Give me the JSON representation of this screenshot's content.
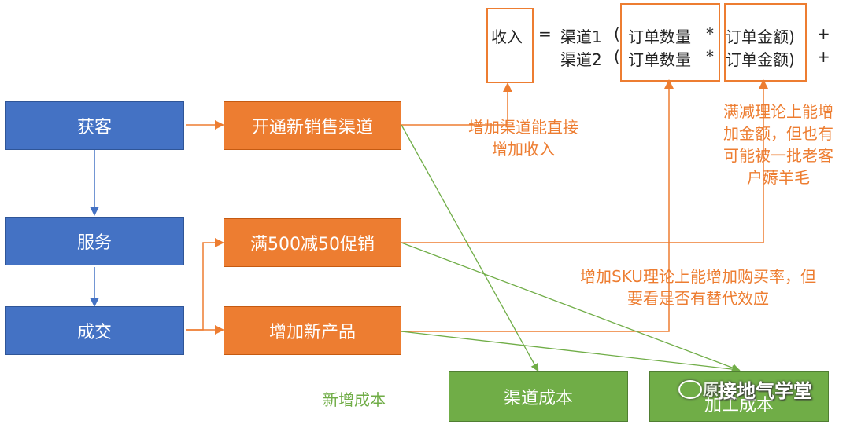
{
  "formula": {
    "revenue_label": "收入",
    "equals": "=",
    "line1_channel": "渠道1",
    "line2_channel": "渠道2",
    "open_paren": "(",
    "order_qty": "订单数量",
    "times": "*",
    "order_amount": "订单金额)",
    "plus": "+"
  },
  "funnel": {
    "acquire": "获客",
    "service": "服务",
    "deal": "成交"
  },
  "actions": {
    "new_channel": "开通新销售渠道",
    "promo": "满500减50促销",
    "new_product": "增加新产品"
  },
  "notes": {
    "channel_effect": "增加渠道能直接\n增加收入",
    "promo_effect": "满减理论上能增\n加金额，但也有\n可能被一批老客\n户薅羊毛",
    "sku_effect": "增加SKU理论上能增加购买率，但\n要看是否有替代效应"
  },
  "costs": {
    "label": "新增成本",
    "channel_cost": "渠道成本",
    "processing_cost": "加工成本"
  },
  "watermark": {
    "text": "接地气学堂",
    "prefix": "原"
  },
  "colors": {
    "blue": "#4472c4",
    "orange": "#ed7d31",
    "green": "#70ad47"
  }
}
